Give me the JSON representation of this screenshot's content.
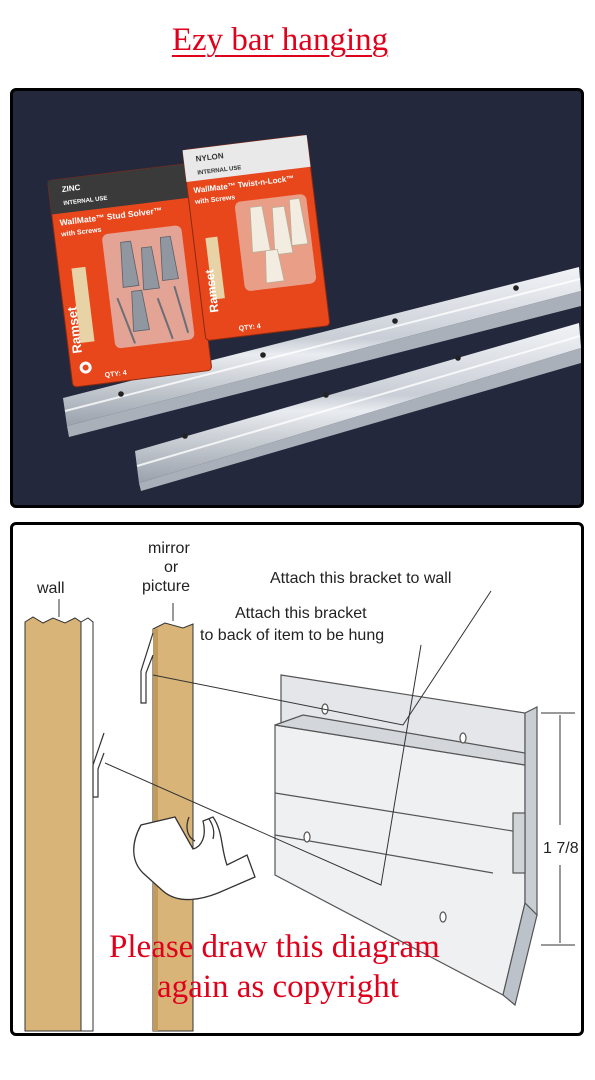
{
  "title": "Ezy bar hanging",
  "photo": {
    "pack1": {
      "material": "ZINC",
      "use": "INTERNAL USE",
      "brand_line": "WallMate™ Stud Solver™",
      "sub": "with Screws",
      "company": "Ramset",
      "qty": "QTY: 4"
    },
    "pack2": {
      "material": "NYLON",
      "use": "INTERNAL USE",
      "brand_line": "WallMate™ Twist-n-Lock™",
      "sub": "with Screws",
      "company": "Ramset",
      "qty": "QTY: 4"
    }
  },
  "diagram": {
    "label_wall": "wall",
    "label_mirror": "mirror",
    "label_or": "or",
    "label_picture": "picture",
    "label_wall_bracket": "Attach this bracket to wall",
    "label_item_bracket_1": "Attach this bracket",
    "label_item_bracket_2": "to back of item to be hung",
    "dimension": "1 7/8",
    "note_line1": "Please draw this diagram",
    "note_line2": "again as copyright"
  },
  "colors": {
    "title_red": "#e0001b",
    "photo_background": "#23283d",
    "pack_orange": "#e8471c",
    "wood": "#d8b478"
  }
}
